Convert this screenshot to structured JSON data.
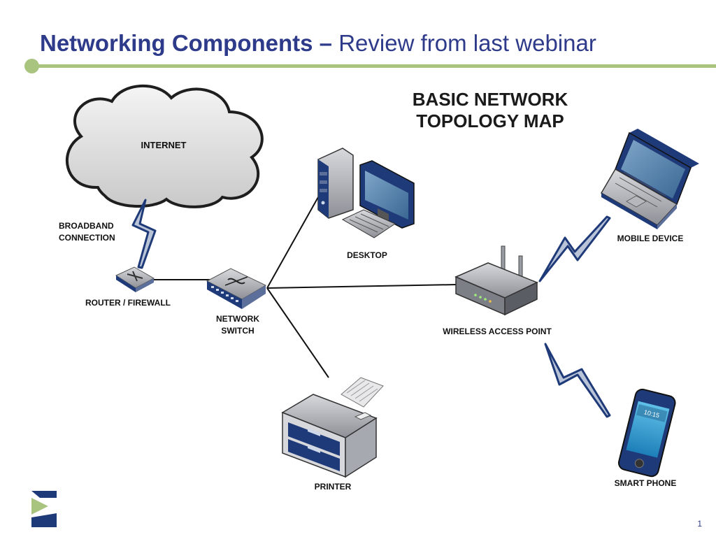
{
  "slide": {
    "title_bold": "Networking Components –",
    "title_rest": " Review from last webinar",
    "page_number": "1"
  },
  "diagram": {
    "title_line1": "BASIC NETWORK",
    "title_line2": "TOPOLOGY MAP",
    "nodes": {
      "internet": "INTERNET",
      "broadband_line1": "BROADBAND",
      "broadband_line2": "CONNECTION",
      "router": "ROUTER / FIREWALL",
      "switch_line1": "NETWORK",
      "switch_line2": "SWITCH",
      "desktop": "DESKTOP",
      "printer": "PRINTER",
      "wap": "WIRELESS ACCESS POINT",
      "mobile": "MOBILE DEVICE",
      "phone": "SMART PHONE",
      "phone_time": "10:15"
    }
  },
  "colors": {
    "title": "#2e3a8a",
    "accent_rule": "#a9c47f",
    "device_blue": "#1f3a78",
    "device_gray": "#9a9ca3",
    "bolt_fill": "#b9c4d9",
    "bolt_stroke": "#1f3a78"
  },
  "icons": [
    "cloud-icon",
    "lightning-bolt-icon",
    "router-icon",
    "switch-icon",
    "desktop-computer-icon",
    "printer-icon",
    "wireless-access-point-icon",
    "laptop-icon",
    "smartphone-icon",
    "company-logo"
  ]
}
